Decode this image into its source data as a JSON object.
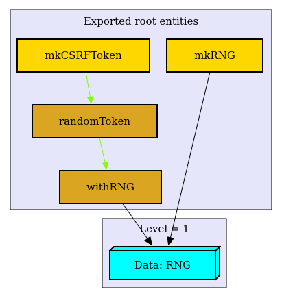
{
  "clusters": {
    "exported": {
      "label": "Exported root entities"
    },
    "level": {
      "label": "Level = 1"
    }
  },
  "nodes": {
    "mkCSRFToken": {
      "label": "mkCSRFToken",
      "fill": "#ffd700"
    },
    "mkRNG": {
      "label": "mkRNG",
      "fill": "#ffd700"
    },
    "randomToken": {
      "label": "randomToken",
      "fill": "#daa520"
    },
    "withRNG": {
      "label": "withRNG",
      "fill": "#daa520"
    },
    "dataRNG": {
      "label": "Data: RNG",
      "fill": "#00ffff"
    }
  },
  "edges": [
    {
      "from": "mkCSRFToken",
      "to": "randomToken",
      "color": "#7fff00"
    },
    {
      "from": "randomToken",
      "to": "withRNG",
      "color": "#7fff00"
    },
    {
      "from": "withRNG",
      "to": "dataRNG",
      "color": "#000000"
    },
    {
      "from": "mkRNG",
      "to": "dataRNG",
      "color": "#000000"
    }
  ]
}
